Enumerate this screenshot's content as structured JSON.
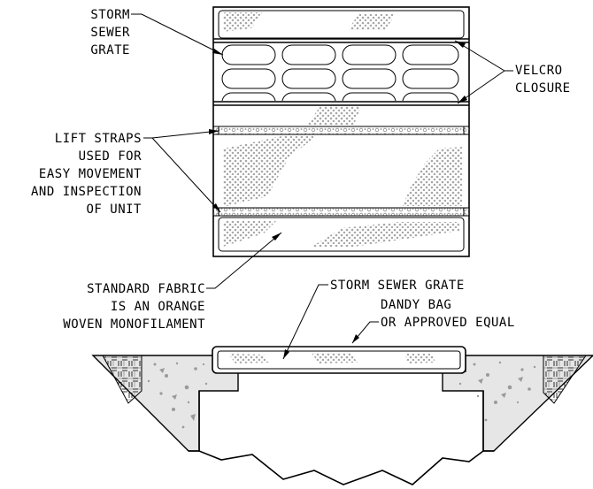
{
  "plan_view": {
    "labels": {
      "storm_sewer_grate": [
        "STORM",
        "SEWER",
        "GRATE"
      ],
      "velcro_closure": [
        "VELCRO",
        "CLOSURE"
      ],
      "lift_straps": [
        "LIFT STRAPS",
        "USED FOR",
        "EASY MOVEMENT",
        "AND INSPECTION",
        "OF UNIT"
      ],
      "standard_fabric": [
        "STANDARD FABRIC",
        "IS AN ORANGE",
        "WOVEN MONOFILAMENT"
      ]
    }
  },
  "section_view": {
    "labels": {
      "storm_sewer_grate": "STORM SEWER GRATE",
      "dandy_bag": [
        "DANDY BAG",
        "OR APPROVED EQUAL"
      ]
    }
  },
  "colors": {
    "line": "#000000",
    "fabric_hatch": "#b4b4b4",
    "concrete_fill": "#e6e6e6",
    "concrete_speck": "#9a9a9a",
    "background": "#ffffff"
  }
}
